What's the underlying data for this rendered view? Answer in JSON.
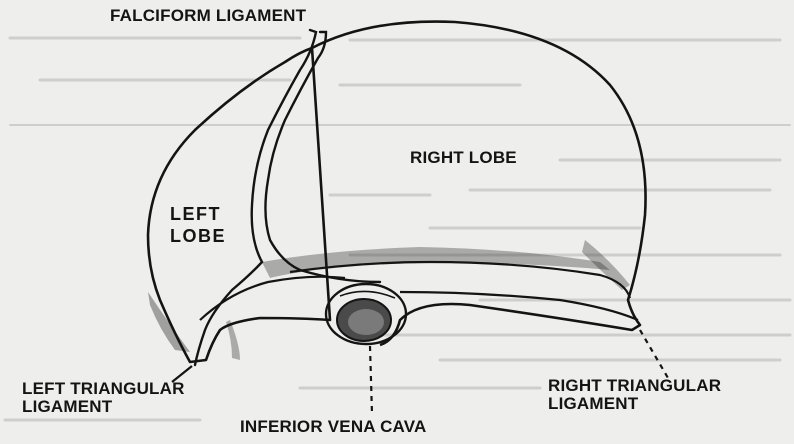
{
  "labels": {
    "falciform_ligament": "FALCIFORM LIGAMENT",
    "right_lobe": "RIGHT LOBE",
    "left_lobe": [
      "LEFT",
      "LOBE"
    ],
    "left_triangular_ligament": [
      "LEFT TRIANGULAR",
      "LIGAMENT"
    ],
    "right_triangular_ligament": [
      "RIGHT  TRIANGULAR",
      "LIGAMENT"
    ],
    "inferior_vena_cava": "INFERIOR VENA CAVA"
  },
  "colors": {
    "paper": "#eeeeec",
    "ink": "#141414",
    "background_text": "#9a9a9a"
  }
}
